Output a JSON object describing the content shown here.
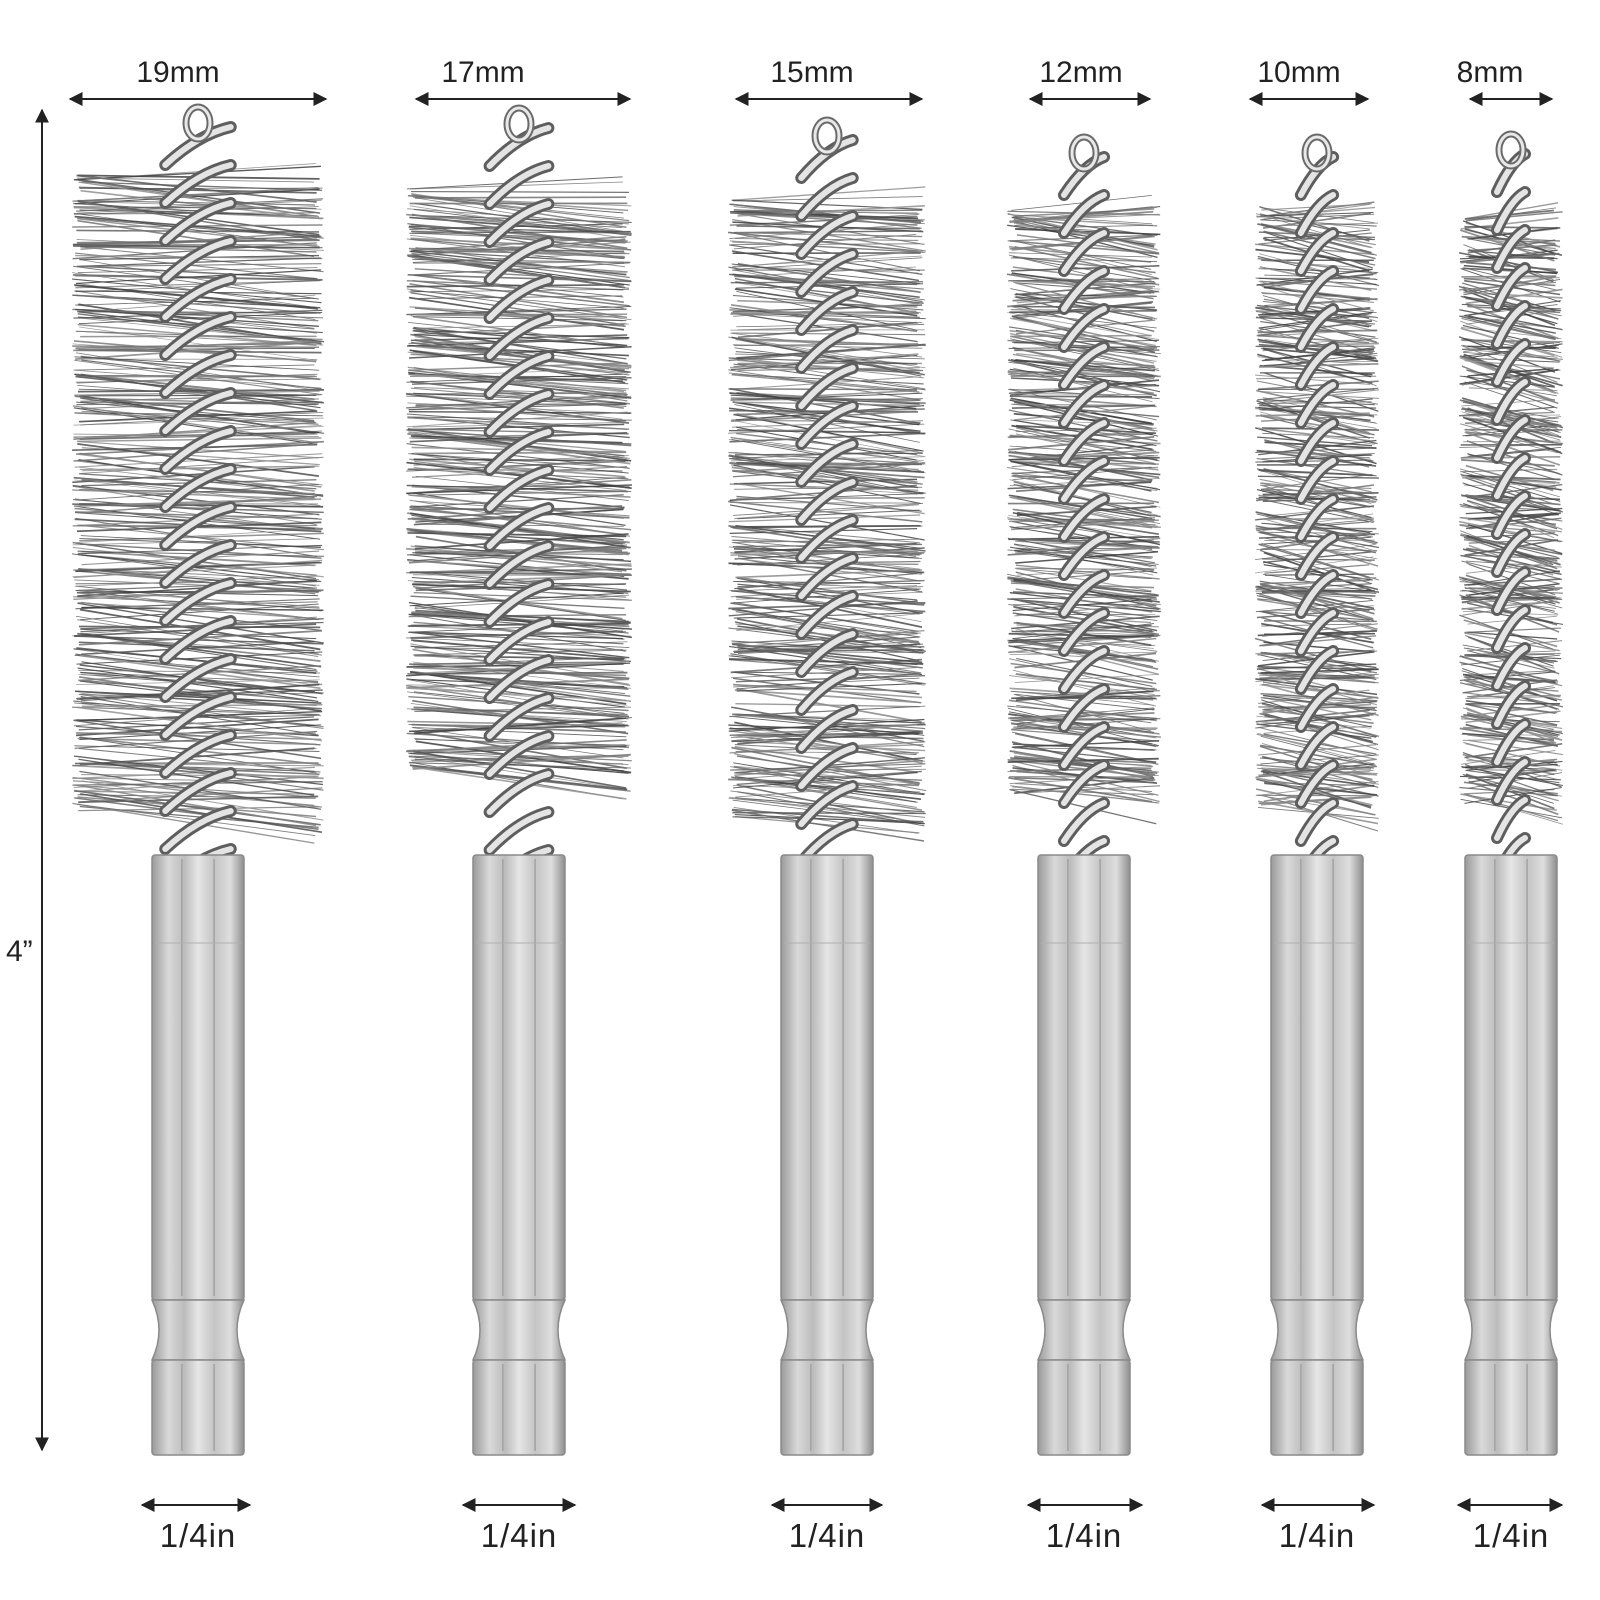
{
  "height_label": "4”",
  "brushes": [
    {
      "diameter": "19mm",
      "shank": "1/4in"
    },
    {
      "diameter": "17mm",
      "shank": "1/4in"
    },
    {
      "diameter": "15mm",
      "shank": "1/4in"
    },
    {
      "diameter": "12mm",
      "shank": "1/4in"
    },
    {
      "diameter": "10mm",
      "shank": "1/4in"
    },
    {
      "diameter": "8mm",
      "shank": "1/4in"
    }
  ]
}
